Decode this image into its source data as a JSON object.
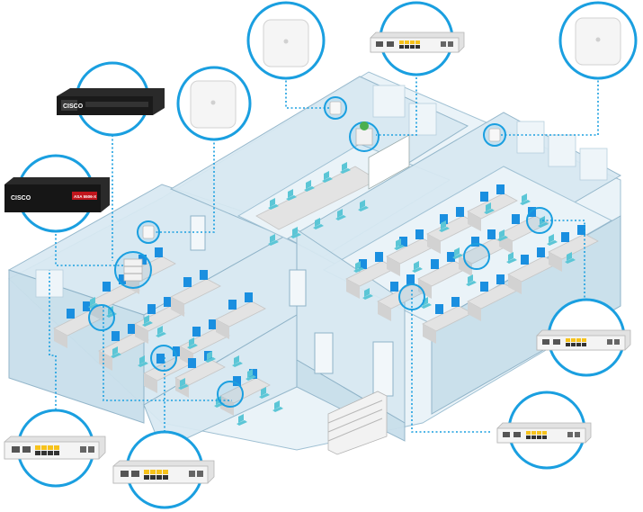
{
  "colors": {
    "callout_ring": "#1a9fe0",
    "connector": "#1a9fe0",
    "wall_fill": "#d8e9f2",
    "wall_stroke": "#8fb3c8",
    "floor_fill": "#eaf3f8",
    "desk": "#e3e3e3",
    "monitor": "#1a8fe0",
    "chair": "#5bc6d6",
    "device_light": "#f2f2f2",
    "device_dark": "#1e1e1e",
    "router_red": "#c0151c",
    "port_yellow": "#f6c21c"
  },
  "devices": {
    "router": {
      "brand": "CISCO",
      "icon": "router-icon"
    },
    "firewall": {
      "brand": "CISCO",
      "badge": "ASA 5506-X",
      "icon": "firewall-icon"
    },
    "access_point": {
      "icon": "wireless-access-point-icon"
    },
    "switch": {
      "icon": "network-switch-icon"
    }
  }
}
